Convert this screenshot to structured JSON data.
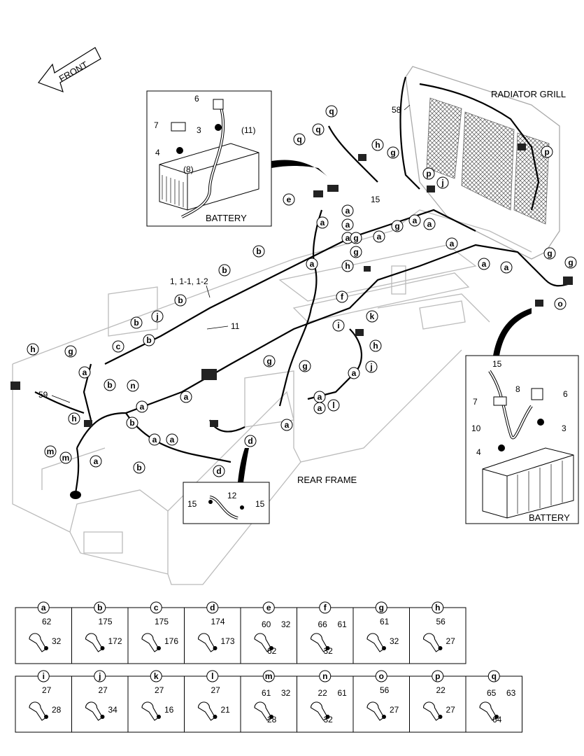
{
  "front_label": "FRONT",
  "area_labels": {
    "radiator_grill": "RADIATOR GRILL",
    "rear_frame": "REAR FRAME",
    "battery_top": "BATTERY",
    "battery_right": "BATTERY",
    "part_58": "58",
    "part_59": "59",
    "part_11": "11",
    "part_1": "1, 1-1, 1-2",
    "part_15_main": "15"
  },
  "callout_letters": {
    "a": "a",
    "b": "b",
    "c": "c",
    "d": "d",
    "e": "e",
    "f": "f",
    "g": "g",
    "h": "h",
    "i": "i",
    "j": "j",
    "k": "k",
    "l": "l",
    "m": "m",
    "n": "n",
    "o": "o",
    "p": "p",
    "q": "q"
  },
  "battery_top_inset": {
    "labels": [
      "6",
      "7",
      "3",
      "(11)",
      "4",
      "(8)"
    ]
  },
  "battery_right_inset": {
    "labels": [
      "15",
      "8",
      "6",
      "7",
      "10",
      "3",
      "4"
    ]
  },
  "cable_inset": {
    "labels": [
      "12",
      "15",
      "15"
    ]
  },
  "legend_row1": [
    {
      "letter": "a",
      "parts": [
        "62",
        "32"
      ]
    },
    {
      "letter": "b",
      "parts": [
        "175",
        "172"
      ]
    },
    {
      "letter": "c",
      "parts": [
        "175",
        "176"
      ]
    },
    {
      "letter": "d",
      "parts": [
        "174",
        "173"
      ]
    },
    {
      "letter": "e",
      "parts": [
        "60",
        "32",
        "62"
      ]
    },
    {
      "letter": "f",
      "parts": [
        "66",
        "61",
        "32"
      ]
    },
    {
      "letter": "g",
      "parts": [
        "61",
        "32"
      ]
    },
    {
      "letter": "h",
      "parts": [
        "56",
        "27"
      ]
    }
  ],
  "legend_row2": [
    {
      "letter": "i",
      "parts": [
        "27",
        "28"
      ]
    },
    {
      "letter": "j",
      "parts": [
        "27",
        "34"
      ]
    },
    {
      "letter": "k",
      "parts": [
        "27",
        "16"
      ]
    },
    {
      "letter": "l",
      "parts": [
        "27",
        "21"
      ]
    },
    {
      "letter": "m",
      "parts": [
        "61",
        "32",
        "28"
      ]
    },
    {
      "letter": "n",
      "parts": [
        "22",
        "61",
        "32"
      ]
    },
    {
      "letter": "o",
      "parts": [
        "56",
        "27"
      ]
    },
    {
      "letter": "p",
      "parts": [
        "22",
        "27"
      ]
    },
    {
      "letter": "q",
      "parts": [
        "65",
        "63",
        "64"
      ]
    }
  ]
}
